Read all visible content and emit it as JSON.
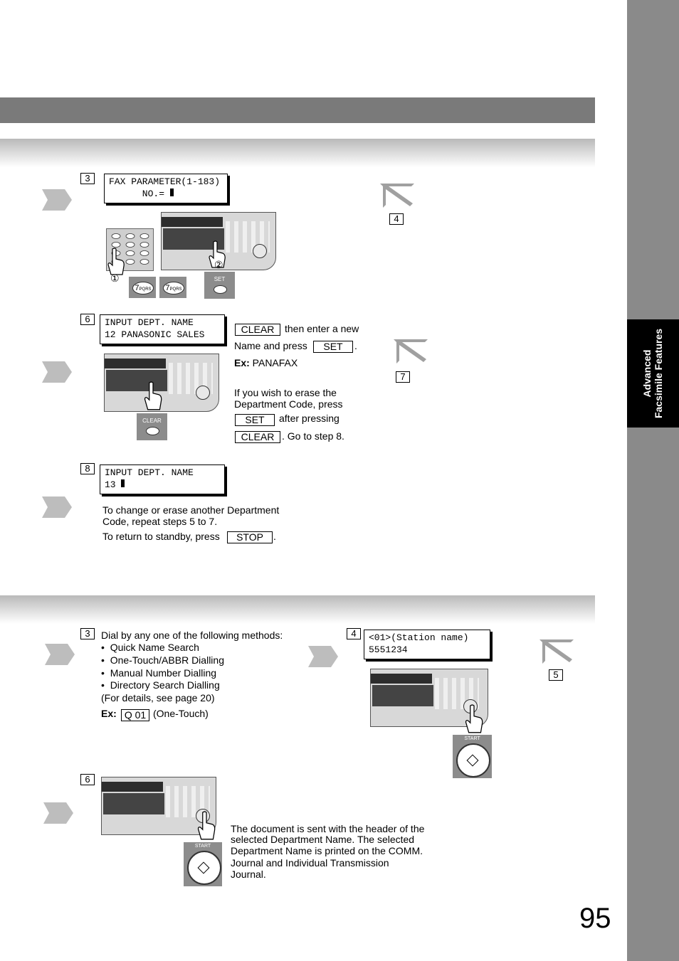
{
  "sidebar": {
    "line1": "Advanced",
    "line2": "Facsimile Features"
  },
  "section1": {
    "step3": "3",
    "lcd3_l1": "FAX PARAMETER(1-183)",
    "lcd3_l2": "      NO.= ",
    "keypad_callout_1": "①",
    "keypad_callout_2": "②",
    "key_7a": "7",
    "key_7a_sub": "PQRS",
    "key_7b": "7",
    "key_7b_sub": "PQRS",
    "set_key": "SET",
    "step4": "4",
    "step6": "6",
    "lcd6_l1": "INPUT DEPT. NAME",
    "lcd6_l2": "12 PANASONIC SALES",
    "clear_key": "CLEAR",
    "clear_key_label": "CLEAR",
    "text_then_enter": "then enter a new",
    "text_name_press": "Name and press",
    "set_key_label": "SET",
    "period1": ".",
    "ex_label": "Ex:",
    "ex_value": " PANAFAX",
    "erase_l1": "If you wish to erase the",
    "erase_l2": "Department Code, press",
    "set_key_label2": "SET",
    "after_pressing": "after pressing",
    "clear_key_label2": "CLEAR",
    "go_step8": ". Go to step 8.",
    "step7": "7",
    "step8": "8",
    "lcd8_l1": "INPUT DEPT. NAME",
    "lcd8_l2": "13 ",
    "change_l1": "To change or erase another Department",
    "change_l2": "Code, repeat steps 5 to 7.",
    "return_text": "To return to standby, press",
    "stop_key": "STOP",
    "period2": "."
  },
  "section2": {
    "step3": "3",
    "dial_intro": "Dial by any one of the following methods:",
    "methods": [
      "Quick Name Search",
      "One-Touch/ABBR Dialling",
      "Manual Number Dialling",
      "Directory Search Dialling"
    ],
    "details": "(For details, see page 20)",
    "ex_label": "Ex:",
    "ex_key": "Q 01",
    "ex_note": "(One-Touch)",
    "step4": "4",
    "lcd4_l1": "<01>(Station name)",
    "lcd4_l2": "5551234",
    "start_key_a": "START",
    "step5": "5",
    "step6": "6",
    "start_key_b": "START",
    "doc_l1": "The document is sent with the header of the",
    "doc_l2": "selected Department Name. The selected",
    "doc_l3": "Department Name is printed on the COMM.",
    "doc_l4": "Journal and Individual Transmission",
    "doc_l5": "Journal."
  },
  "page_number": "95"
}
